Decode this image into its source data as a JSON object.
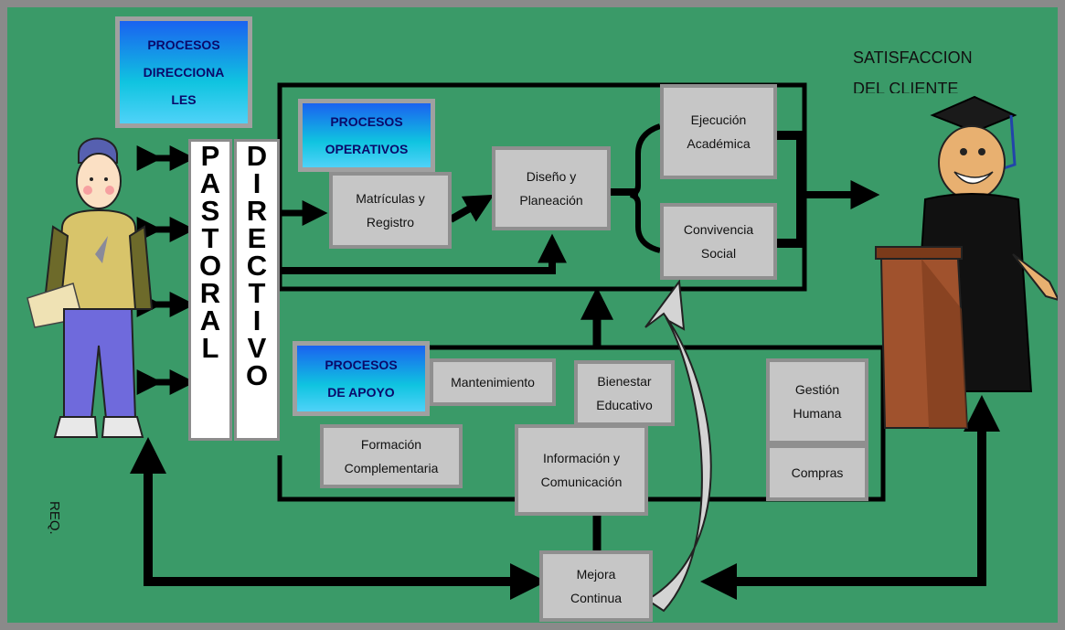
{
  "headers": {
    "direccionales": "PROCESOS\nDIRECCIONA\nLES",
    "operativos": "PROCESOS\nOPERATIVOS",
    "apoyo": "PROCESOS\nDE APOYO"
  },
  "vertical": {
    "pastoral": "PASTORAL",
    "directivo": "DIRECTIVO"
  },
  "operativos": {
    "matriculas": "Matrículas y\nRegistro",
    "diseno": "Diseño y\nPlaneación",
    "ejecucion": "Ejecución\nAcadémica",
    "convivencia": "Convivencia\nSocial"
  },
  "apoyo": {
    "mantenimiento": "Mantenimiento",
    "bienestar": "Bienestar\nEducativo",
    "formacion": "Formación\nComplementaria",
    "informacion": "Información y\nComunicación",
    "gestion": "Gestión\nHumana",
    "compras": "Compras"
  },
  "mejora": "Mejora\nContinua",
  "satisfaccion": "SATISFACCION\nDEL CLIENTE",
  "req": "REQ.",
  "colors": {
    "background": "#3a9a68",
    "box": "#c6c6c6",
    "header_gradient_top": "#1a62f0",
    "header_gradient_bottom": "#4fd2f8"
  }
}
